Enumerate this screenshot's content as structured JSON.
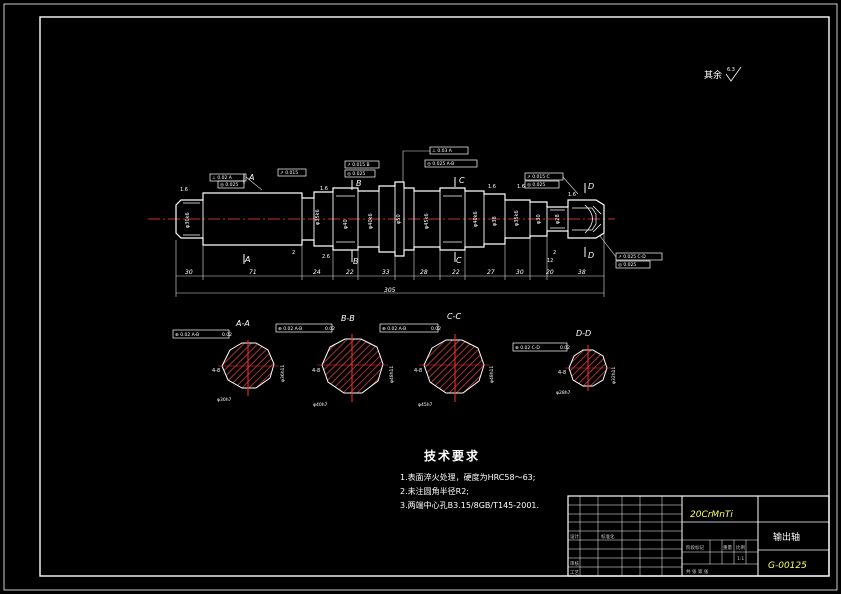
{
  "surface_note": "其余",
  "roughness_default": "6.3",
  "tech_requirements": {
    "title": "技术要求",
    "items": [
      "1.表面淬火处理，硬度为HRC58～63;",
      "2.未注圆角半径R2;",
      "3.两端中心孔B3.15/8GB/T145-2001."
    ]
  },
  "shaft": {
    "segment_dims": [
      "30",
      "71",
      "24",
      "22",
      "33",
      "28",
      "22",
      "27",
      "30",
      "20",
      "38"
    ],
    "overall_length": "305",
    "section_marks": [
      "A",
      "B",
      "C",
      "D"
    ],
    "datum_labels": [
      "A",
      "B",
      "C",
      "D"
    ]
  },
  "sections": [
    {
      "label": "A-A",
      "tolerance": "0.02"
    },
    {
      "label": "B-B",
      "tolerance": "0.02"
    },
    {
      "label": "C-C",
      "tolerance": "0.02"
    },
    {
      "label": "D-D",
      "tolerance": "0.02"
    }
  ],
  "title_block": {
    "material": "20CrMnTi",
    "part_name": "输出轴",
    "drawing_no": "G-00125",
    "label_scale": "比例",
    "label_weight": "重量",
    "label_stage": "阶段标记",
    "scale": "1:1",
    "label_design": "设计",
    "label_check": "审核",
    "label_process": "工艺",
    "label_standard": "标准化",
    "label_sheets": "共 张 第 张"
  }
}
